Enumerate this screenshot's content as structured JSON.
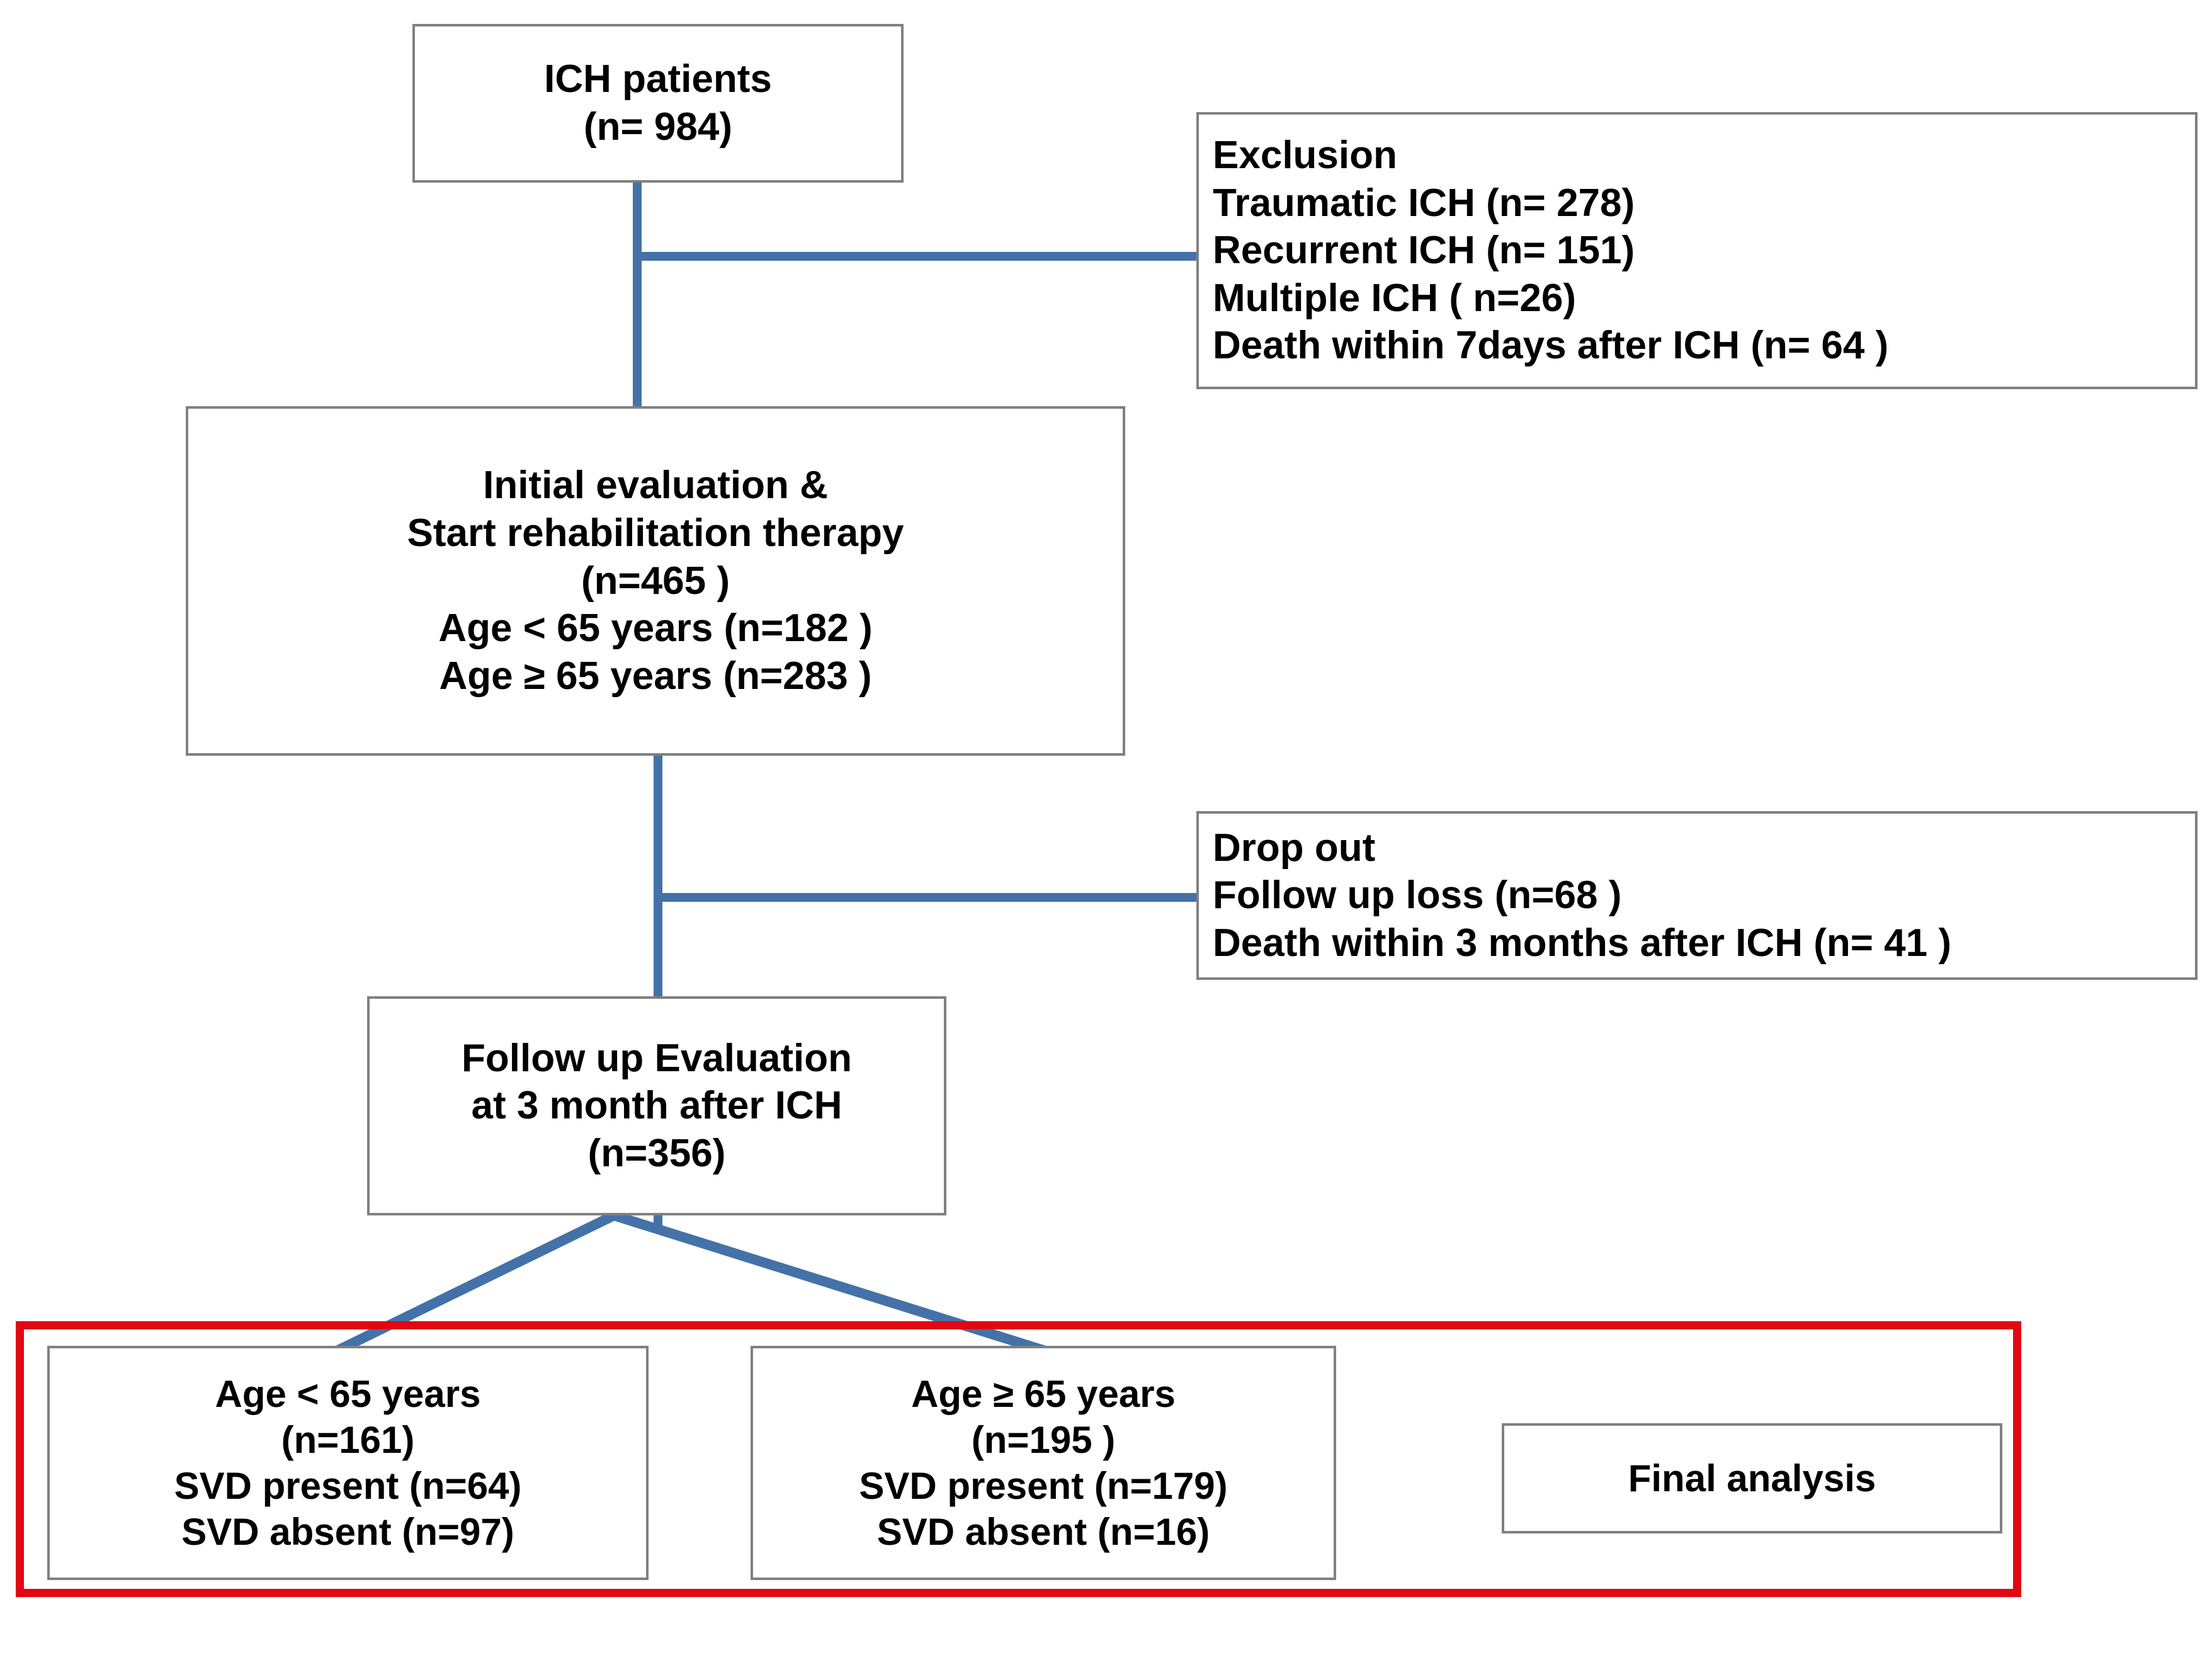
{
  "flowchart": {
    "title": "ICH patient study flow diagram",
    "colors": {
      "box_border": "#808080",
      "connector": "#4472a8",
      "highlight": "#e30613",
      "background": "#ffffff",
      "text": "#000000"
    },
    "nodes": {
      "ich_patients": {
        "name": "ICH patients",
        "lines": [
          "ICH patients",
          "(n= 984)"
        ],
        "n": 984
      },
      "exclusion": {
        "name": "Exclusion",
        "lines": [
          "Exclusion",
          "Traumatic ICH (n= 278)",
          "Recurrent ICH (n= 151)",
          "Multiple ICH ( n=26)",
          "Death within 7days after ICH (n= 64 )"
        ],
        "items": [
          {
            "label": "Traumatic ICH",
            "n": 278
          },
          {
            "label": "Recurrent ICH",
            "n": 151
          },
          {
            "label": "Multiple ICH",
            "n": 26
          },
          {
            "label": "Death within 7days after ICH",
            "n": 64
          }
        ]
      },
      "initial_evaluation": {
        "name": "Initial evaluation & Start rehabilitation therapy",
        "lines": [
          "Initial evaluation &",
          "Start rehabilitation therapy",
          "(n=465 )",
          "Age < 65 years (n=182 )",
          "Age ≥ 65 years (n=283 )"
        ],
        "n": 465,
        "age_lt_65": 182,
        "age_ge_65": 283
      },
      "drop_out": {
        "name": "Drop out",
        "lines": [
          "Drop out",
          "Follow up loss (n=68 )",
          "Death within 3 months after ICH (n= 41 )"
        ],
        "items": [
          {
            "label": "Follow up loss",
            "n": 68
          },
          {
            "label": "Death within 3 months after ICH",
            "n": 41
          }
        ]
      },
      "follow_up_evaluation": {
        "name": "Follow up Evaluation at 3 month after ICH",
        "lines": [
          "Follow up Evaluation",
          "at 3 month after ICH",
          "(n=356)"
        ],
        "n": 356
      },
      "age_lt_65_group": {
        "name": "Age < 65 years",
        "lines": [
          "Age < 65 years",
          "(n=161)",
          "SVD present (n=64)",
          "SVD absent (n=97)"
        ],
        "n": 161,
        "svd_present": 64,
        "svd_absent": 97
      },
      "age_ge_65_group": {
        "name": "Age ≥ 65 years",
        "lines": [
          "Age ≥ 65 years",
          "(n=195 )",
          "SVD present (n=179)",
          "SVD absent (n=16)"
        ],
        "n": 195,
        "svd_present": 179,
        "svd_absent": 16
      },
      "final_analysis": {
        "name": "Final analysis",
        "lines": [
          "Final analysis"
        ]
      }
    }
  }
}
